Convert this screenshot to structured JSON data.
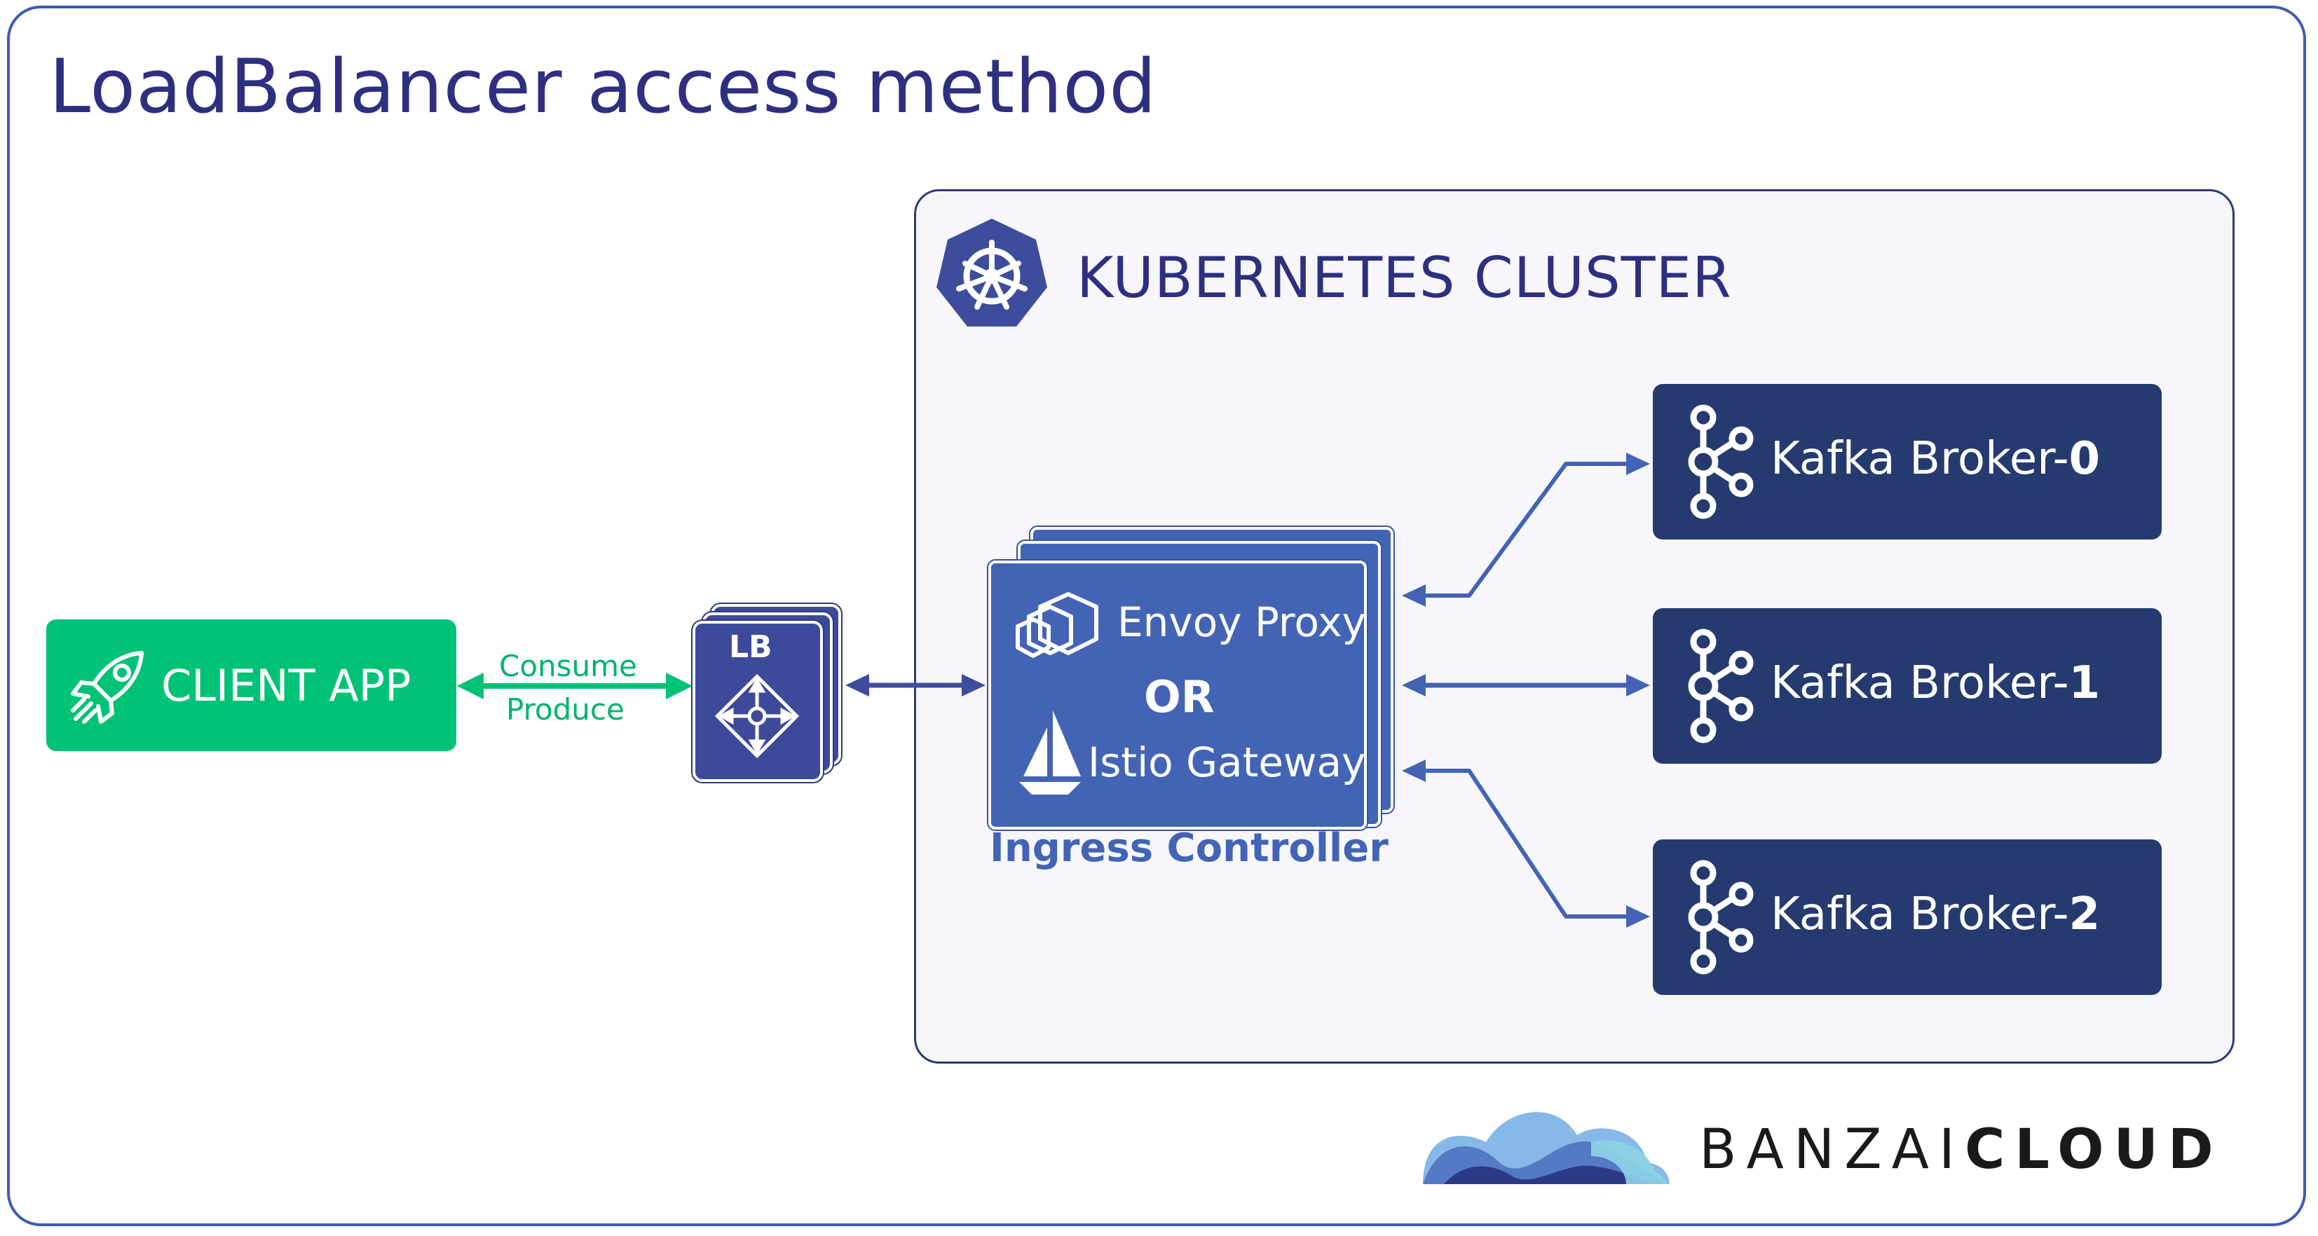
{
  "title": "LoadBalancer access method",
  "cluster": {
    "title": "KUBERNETES CLUSTER",
    "logo_icon": "kubernetes-helm-icon"
  },
  "client": {
    "label": "CLIENT APP",
    "icon": "rocket-icon",
    "color": "#00c277"
  },
  "client_link": {
    "top_label": "Consume",
    "bottom_label": "Produce"
  },
  "load_balancer": {
    "label": "LB",
    "icon": "four-way-arrows-icon"
  },
  "ingress": {
    "envoy_label": "Envoy Proxy",
    "or_label": "OR",
    "istio_label": "Istio Gateway",
    "caption": "Ingress Controller",
    "envoy_icon": "envoy-cubes-icon",
    "istio_icon": "sailboat-icon",
    "color": "#4364b5"
  },
  "brokers": [
    {
      "prefix": "Kafka Broker-",
      "id": "0"
    },
    {
      "prefix": "Kafka Broker-",
      "id": "1"
    },
    {
      "prefix": "Kafka Broker-",
      "id": "2"
    }
  ],
  "broker_icon": "kafka-icon",
  "broker_color": "#253a6e",
  "brand": {
    "light": "BANZAI",
    "bold": "CLOUD",
    "logo_icon": "banzai-cloud-wave-icon"
  }
}
